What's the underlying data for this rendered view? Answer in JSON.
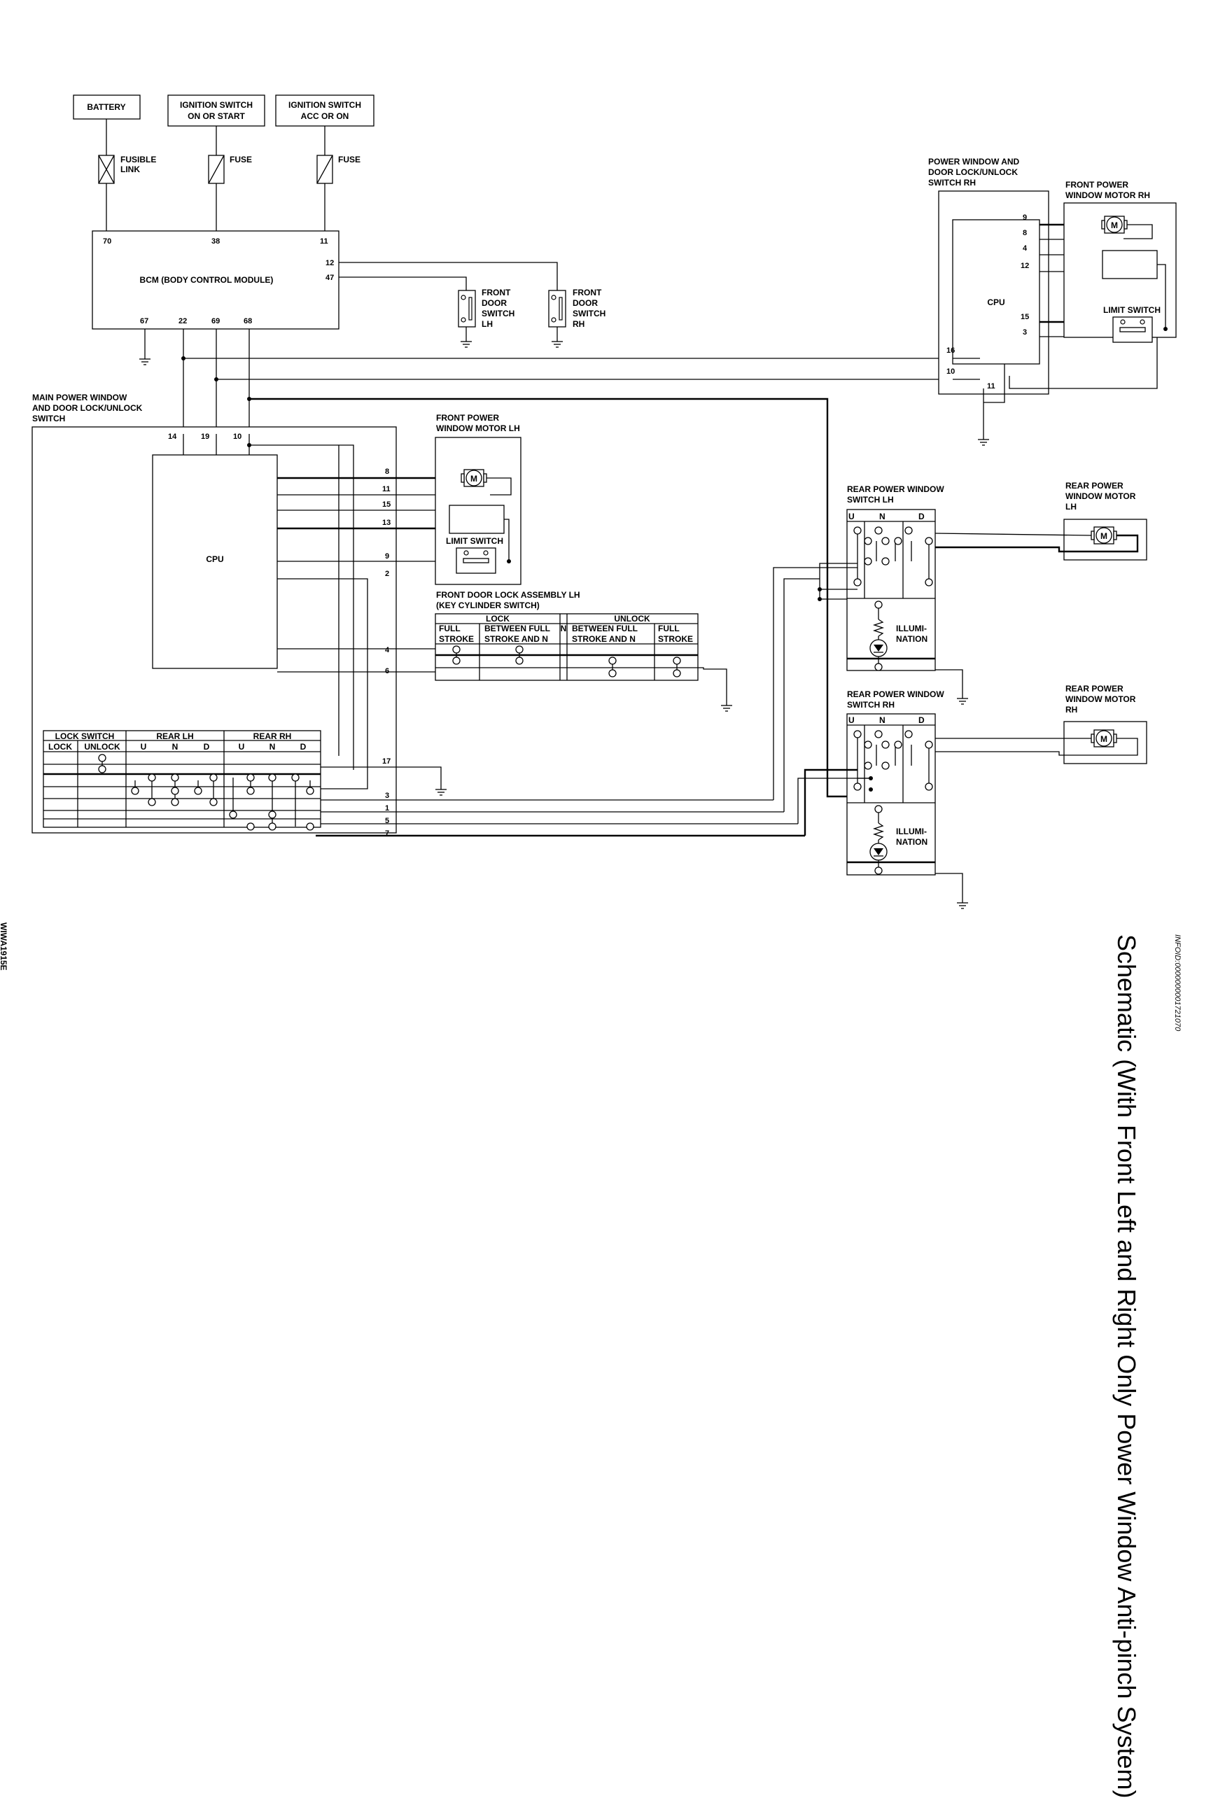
{
  "title": "Schematic (With Front Left and Right Only Power Window Anti-pinch System)",
  "info_id": "INFOID:0000000001721070",
  "figure_ref": "WIWA1915E",
  "supply": {
    "battery": "BATTERY",
    "ign1_l1": "IGNITION SWITCH",
    "ign1_l2": "ON OR START",
    "ign2_l1": "IGNITION SWITCH",
    "ign2_l2": "ACC OR ON",
    "fusible_l1": "FUSIBLE",
    "fusible_l2": "LINK",
    "fuse": "FUSE"
  },
  "bcm": {
    "label": "BCM (BODY CONTROL MODULE)",
    "pins": [
      "70",
      "38",
      "11",
      "12",
      "47",
      "67",
      "22",
      "69",
      "68"
    ]
  },
  "front_door_switch_lh": [
    "FRONT",
    "DOOR",
    "SWITCH",
    "LH"
  ],
  "front_door_switch_rh": [
    "FRONT",
    "DOOR",
    "SWITCH",
    "RH"
  ],
  "rh_switch": {
    "title": [
      "POWER WINDOW AND",
      "DOOR LOCK/UNLOCK",
      "SWITCH RH"
    ],
    "cpu": "CPU",
    "pins": [
      "9",
      "8",
      "4",
      "12",
      "15",
      "3",
      "16",
      "10",
      "11"
    ]
  },
  "motor_rh": {
    "title": [
      "FRONT POWER",
      "WINDOW MOTOR RH"
    ],
    "m": "M",
    "limit": "LIMIT SWITCH"
  },
  "main_switch": {
    "title": [
      "MAIN POWER WINDOW",
      "AND DOOR LOCK/UNLOCK",
      "SWITCH"
    ],
    "cpu": "CPU",
    "top_pins": [
      "14",
      "19",
      "10"
    ],
    "right_pins": [
      "8",
      "11",
      "15",
      "13",
      "9",
      "2",
      "4",
      "6",
      "17",
      "3",
      "1",
      "5",
      "7"
    ]
  },
  "motor_lh": {
    "title": [
      "FRONT POWER",
      "WINDOW MOTOR LH"
    ],
    "m": "M",
    "limit": "LIMIT SWITCH"
  },
  "door_lock": {
    "title": [
      "FRONT DOOR LOCK ASSEMBLY LH",
      "(KEY CYLINDER SWITCH)"
    ],
    "lock": "LOCK",
    "unlock": "UNLOCK",
    "n": "N",
    "full": [
      "FULL",
      "STROKE"
    ],
    "between": [
      "BETWEEN FULL",
      "STROKE AND N"
    ]
  },
  "lock_table": {
    "headers": [
      "LOCK SWITCH",
      "REAR LH",
      "REAR RH"
    ],
    "sub": [
      "LOCK",
      "UNLOCK",
      "U",
      "N",
      "D",
      "U",
      "N",
      "D"
    ]
  },
  "rear_lh": {
    "title": [
      "REAR POWER WINDOW",
      "SWITCH LH"
    ],
    "cols": [
      "U",
      "N",
      "D"
    ],
    "illum": [
      "ILLUMI-",
      "NATION"
    ],
    "motor": [
      "REAR POWER",
      "WINDOW MOTOR",
      "LH"
    ],
    "m": "M"
  },
  "rear_rh": {
    "title": [
      "REAR POWER WINDOW",
      "SWITCH RH"
    ],
    "cols": [
      "U",
      "N",
      "D"
    ],
    "illum": [
      "ILLUMI-",
      "NATION"
    ],
    "motor": [
      "REAR POWER",
      "WINDOW MOTOR",
      "RH"
    ],
    "m": "M"
  }
}
